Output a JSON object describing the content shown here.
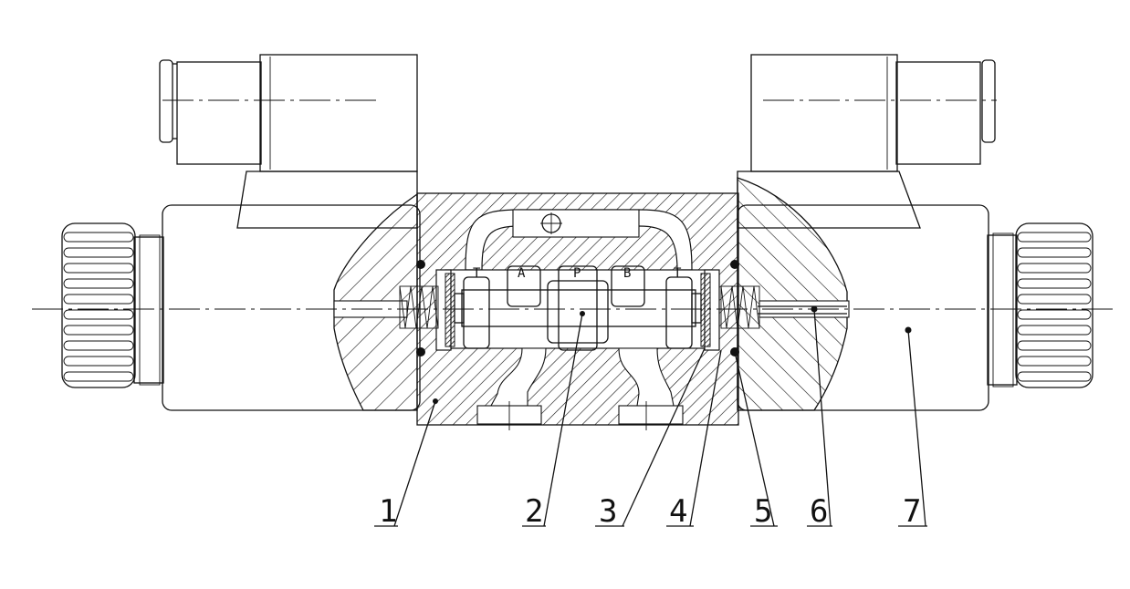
{
  "diagram": {
    "ports": {
      "t_left": "T",
      "a": "A",
      "p": "P",
      "b": "B",
      "t_right": "T"
    },
    "callouts": [
      "1",
      "2",
      "3",
      "4",
      "5",
      "6",
      "7"
    ]
  }
}
